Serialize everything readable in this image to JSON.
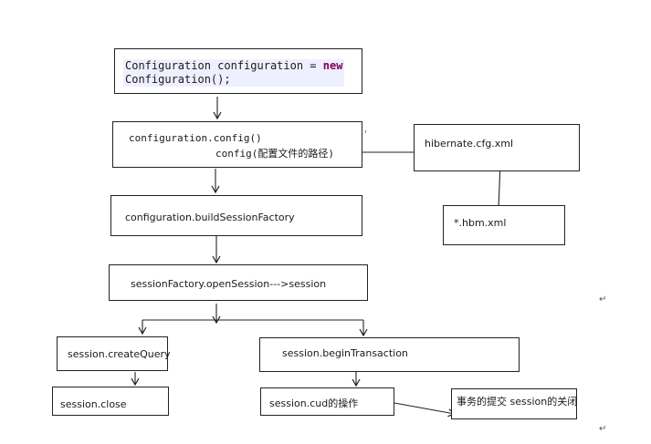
{
  "nodes": {
    "configuration_new": {
      "line1_prefix": "Configuration configuration = ",
      "keyword": "new",
      "line2": "Configuration();"
    },
    "configuration_config": {
      "line1": "configuration.config()",
      "line2": "config(配置文件的路径)"
    },
    "hibernate_cfg": {
      "label": "hibernate.cfg.xml"
    },
    "hbm_xml": {
      "label": "*.hbm.xml"
    },
    "build_session_factory": {
      "label": "configuration.buildSessionFactory"
    },
    "open_session": {
      "label": "sessionFactory.openSession--->session"
    },
    "create_query": {
      "label": "session.createQuery"
    },
    "begin_transaction": {
      "label": "session.beginTransaction"
    },
    "session_close": {
      "label": "session.close"
    },
    "session_cud": {
      "label": "session.cud的操作"
    },
    "commit_close": {
      "label": "事务的提交 session的关闭"
    }
  },
  "marks": {
    "paragraph_mark": "↵",
    "tick": "'"
  }
}
